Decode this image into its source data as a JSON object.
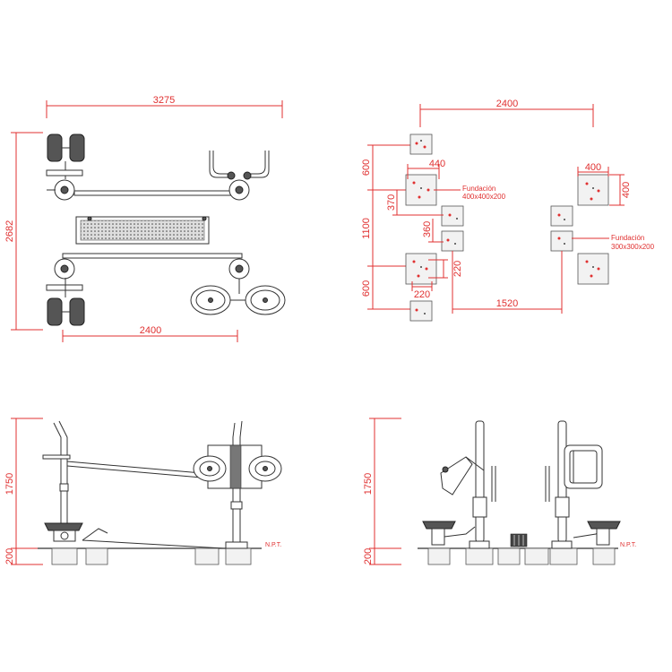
{
  "plan_view": {
    "dim_width": "3275",
    "dim_height": "2682",
    "dim_bottom": "2400"
  },
  "foundation_plan": {
    "dim_top": "2400",
    "dim_a": "440",
    "dim_b": "400",
    "dim_c": "400",
    "dim_d": "370",
    "dim_e": "360",
    "dim_f": "220",
    "dim_g": "220",
    "dim_h": "1520",
    "dim_left_top": "600",
    "dim_left_mid": "1100",
    "dim_left_bot": "600",
    "note_1_line1": "Fundación",
    "note_1_line2": "400x400x200",
    "note_2_line1": "Fundación",
    "note_2_line2": "300x300x200"
  },
  "side_view": {
    "dim_height": "1750",
    "dim_base": "200",
    "ground_label": "N.P.T."
  },
  "front_view": {
    "dim_height": "1750",
    "dim_base": "200",
    "ground_label": "N.P.T."
  },
  "colors": {
    "dimension": "#e03030",
    "linework": "#333333"
  }
}
